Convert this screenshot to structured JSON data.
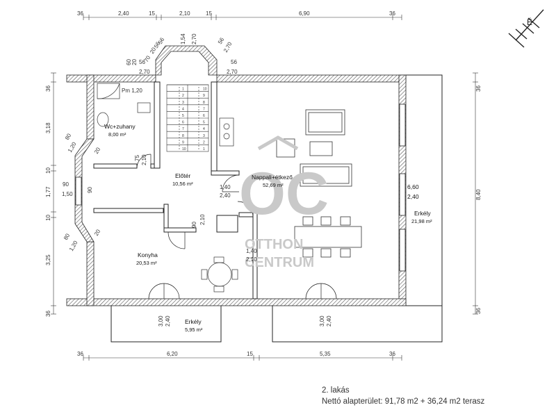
{
  "plan": {
    "rooms": {
      "wc": {
        "name": "Wc+zuhany",
        "area": "8,00 m²"
      },
      "eloter": {
        "name": "Előtér",
        "area": "10,56 m²"
      },
      "nappali": {
        "name": "Nappali+étkező",
        "area": "52,69 m²"
      },
      "konyha": {
        "name": "Konyha",
        "area": "20,53 m²"
      },
      "erkely_right": {
        "name": "Erkély",
        "area": "21,98 m²"
      },
      "erkely_bottom": {
        "name": "Erkély",
        "area": "5,95 m²"
      }
    },
    "dims_top_row": [
      "36",
      "2,40",
      "15",
      "2,10",
      "15",
      "6,90",
      "36"
    ],
    "dims_bottom_row": [
      "36",
      "6,20",
      "15",
      "5,35",
      "36"
    ],
    "dims_right": [
      "36",
      "8,40",
      "36"
    ],
    "dims_left": [
      "36",
      "3,18",
      "10",
      "1,77",
      "10",
      "3,25",
      "36"
    ],
    "dims_bay_top": [
      "56",
      "1,54",
      "2,70",
      "56",
      "2,70",
      "60",
      "20",
      "56",
      "2,70",
      "56",
      "56",
      "20",
      "70",
      "2,70"
    ],
    "dims_bay_left": [
      "80",
      "1,20",
      "20",
      "90",
      "1,50",
      "90",
      "80",
      "1,20",
      "20"
    ],
    "opening_labels": [
      "Pm 1,20",
      "75",
      "2,10",
      "1,40",
      "2,40",
      "90",
      "2,10",
      "1,40",
      "2,10",
      "6,60",
      "2,40",
      "3,00",
      "2,40",
      "3,00",
      "2,40"
    ],
    "stair_numbers": [
      "1",
      "2",
      "3",
      "4",
      "5",
      "6",
      "7",
      "8",
      "9",
      "10",
      "1",
      "2",
      "3",
      "4",
      "5",
      "6",
      "7",
      "8",
      "9",
      "10"
    ]
  },
  "watermark": {
    "mark": "OC",
    "line1": "OTTHON",
    "line2": "CENTRUM"
  },
  "caption": {
    "title": "2. lakás",
    "subtitle": "Nettó alapterület: 91,78 m2 + 36,24 m2 terasz"
  },
  "north_label": "É"
}
